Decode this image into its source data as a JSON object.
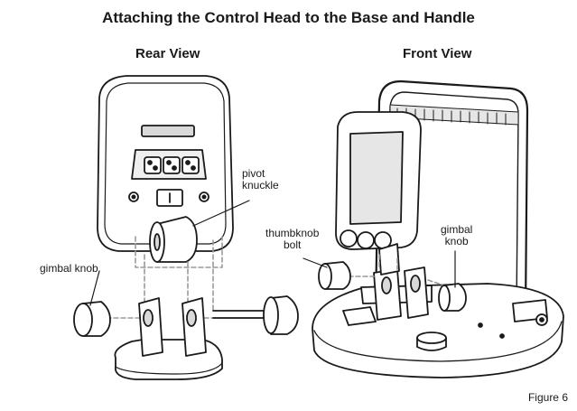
{
  "title": "Attaching the Control Head to the Base and Handle",
  "views": {
    "rear": "Rear View",
    "front": "Front View"
  },
  "labels": {
    "pivot_knuckle": [
      "pivot",
      "knuckle"
    ],
    "gimbal_knob_left": "gimbal knob",
    "thumbknob_bolt": [
      "thumbknob",
      "bolt"
    ],
    "gimbal_knob_right": [
      "gimbal",
      "knob"
    ]
  },
  "figure": "Figure 6",
  "colors": {
    "line": "#1a1a1a",
    "dashed": "#9a9a9a",
    "fill": "#ffffff",
    "gray": "#d9d9d9"
  }
}
